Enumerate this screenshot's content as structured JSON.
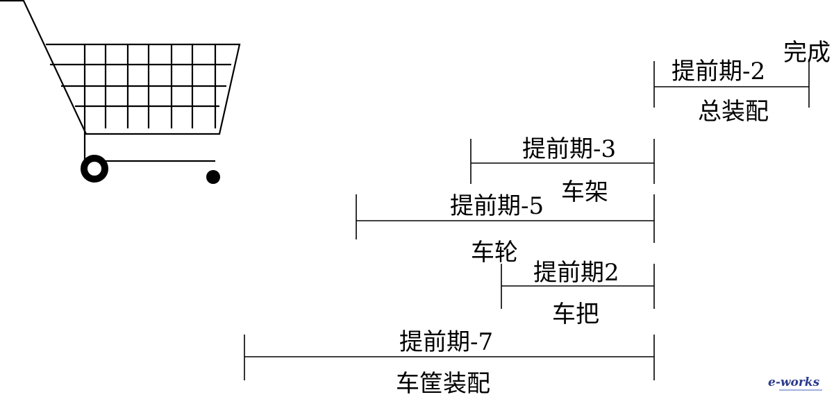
{
  "diagram": {
    "title": "自行车车筐装配提前期",
    "end_label": "完成",
    "tasks": [
      {
        "name": "总装配",
        "lead_label": "提前期-2"
      },
      {
        "name": "车架",
        "lead_label": "提前期-3"
      },
      {
        "name": "车轮",
        "lead_label": "提前期-5"
      },
      {
        "name": "车把",
        "lead_label": "提前期2"
      },
      {
        "name": "车筐装配",
        "lead_label": "提前期-7"
      }
    ],
    "watermark": "e-works"
  }
}
